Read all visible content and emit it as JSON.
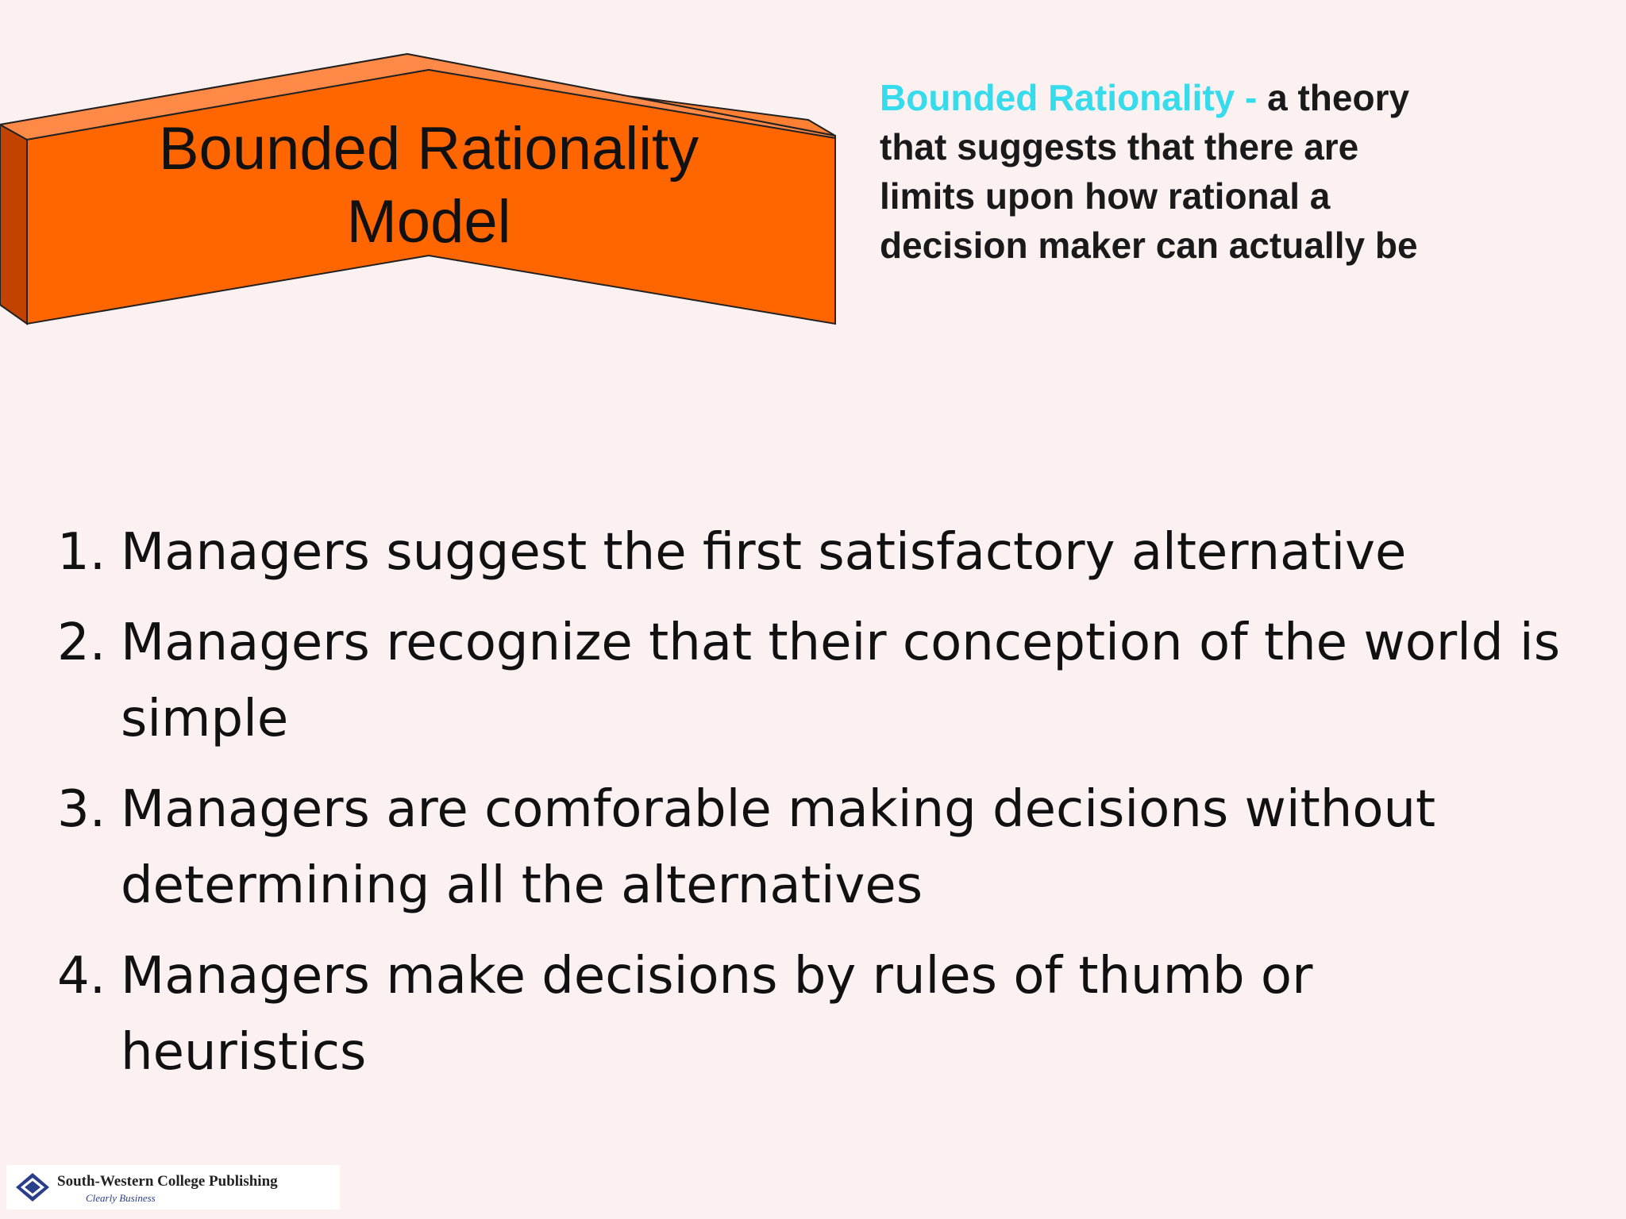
{
  "banner": {
    "title_line1": "Bounded Rationality",
    "title_line2": "Model",
    "face_color": "#ff6600",
    "top_color": "#ff7f33",
    "side_color": "#c24300"
  },
  "definition": {
    "term": "Bounded Rationality",
    "separator": " - ",
    "text": "a theory that suggests that there are limits upon how rational a decision maker can actually  be",
    "term_color": "#36dcec"
  },
  "points": [
    {
      "number": "1.",
      "text": "Managers suggest the first satisfactory alternative"
    },
    {
      "number": "2.",
      "text": "Managers recognize that their conception of the world is simple"
    },
    {
      "number": "3.",
      "text": "Managers are comforable making decisions without determining all the alternatives"
    },
    {
      "number": "4.",
      "text": "Managers make decisions by rules of thumb or heuristics"
    }
  ],
  "logo": {
    "name": "South-Western College Publishing",
    "tagline": "Clearly Business"
  }
}
